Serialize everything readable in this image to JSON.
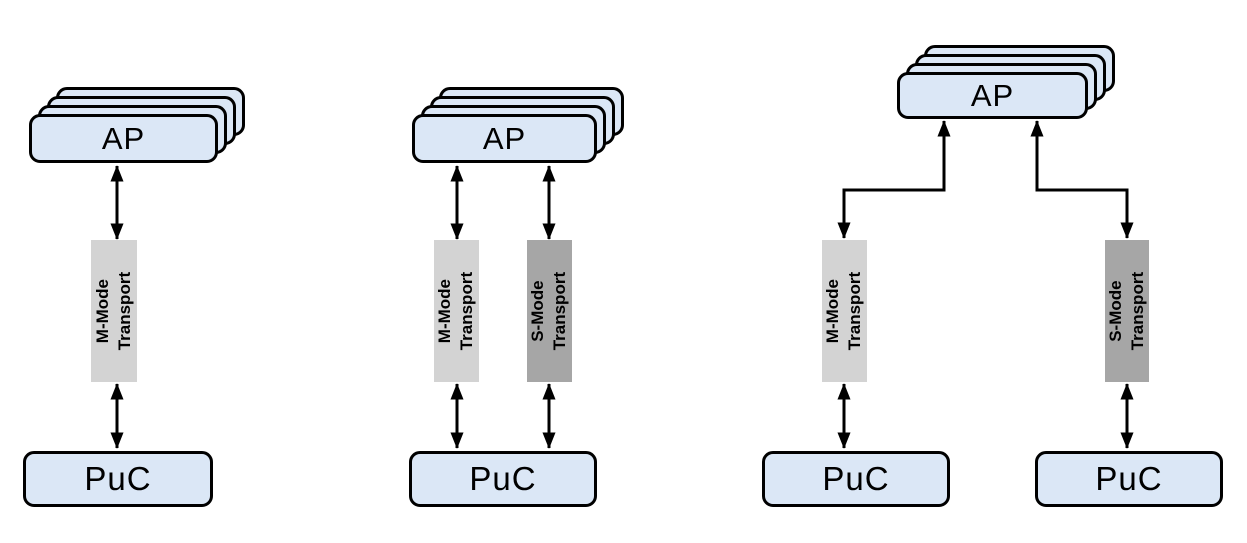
{
  "colors": {
    "background": "#ffffff",
    "node_fill": "#dbe7f6",
    "node_stroke": "#000000",
    "m_mode_fill": "#d3d3d3",
    "s_mode_fill": "#a6a6a6",
    "arrow_color": "#000000",
    "label_color": "#000000"
  },
  "diagram1": {
    "ap_label": "AP",
    "m_transport_line1": "M-Mode",
    "m_transport_line2": "Transport",
    "puc_label": "PuC"
  },
  "diagram2": {
    "ap_label": "AP",
    "m_transport_line1": "M-Mode",
    "m_transport_line2": "Transport",
    "s_transport_line1": "S-Mode",
    "s_transport_line2": "Transport",
    "puc_label": "PuC"
  },
  "diagram3": {
    "ap_label": "AP",
    "m_transport_line1": "M-Mode",
    "m_transport_line2": "Transport",
    "s_transport_line1": "S-Mode",
    "s_transport_line2": "Transport",
    "puc_left_label": "PuC",
    "puc_right_label": "PuC"
  }
}
